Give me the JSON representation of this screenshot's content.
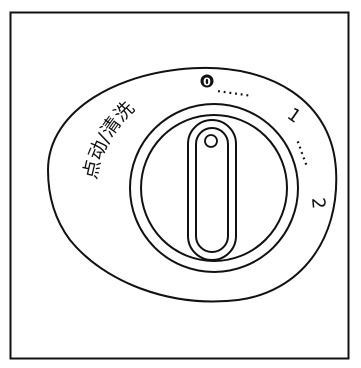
{
  "dial": {
    "pulse_clean_label": "点动/清洗",
    "positions": [
      {
        "label": "0",
        "style": "circled"
      },
      {
        "label": "1",
        "style": "plain"
      },
      {
        "label": "2",
        "style": "plain"
      }
    ],
    "separators": [
      "......",
      "....."
    ]
  },
  "colors": {
    "line": "#111111",
    "background": "#ffffff"
  },
  "icons": [
    "knob-icon",
    "position-zero-icon"
  ]
}
